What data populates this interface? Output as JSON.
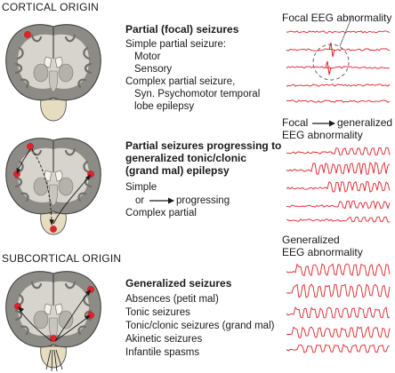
{
  "header_cortical": "CORTICAL ORIGIN",
  "header_subcortical": "SUBCORTICAL ORIGIN",
  "section1": {
    "title": "Partial (focal) seizures",
    "lines": [
      "Simple partial seizure:",
      "Motor",
      "Sensory",
      "Complex partial seizure,",
      "Syn. Psychomotor temporal",
      "lobe epilepsy"
    ],
    "eeg_label": "Focal EEG abnormality"
  },
  "section2": {
    "title_lines": [
      "Partial seizures progressing to",
      "generalized tonic/clonic",
      "(grand mal) epilepsy"
    ],
    "simple": "Simple",
    "or_progressing_or": "or",
    "or_progressing_text": "progressing",
    "complex": "Complex partial",
    "eeg_label_a": "Focal",
    "eeg_label_b": "generalized",
    "eeg_label_c": "EEG abnormality"
  },
  "section3": {
    "title": "Generalized seizures",
    "lines": [
      "Absences (petit mal)",
      "Tonic seizures",
      "Tonic/clonic seizures (grand mal)",
      "Akinetic seizures",
      "Infantile spasms"
    ],
    "eeg_label_a": "Generalized",
    "eeg_label_b": "EEG abnormality"
  },
  "colors": {
    "trace": "#e0202a",
    "dot": "#e8202a",
    "brain_fill": "#8c8b86",
    "brain_light": "#d6d4cc",
    "stem": "#e6dcc0"
  }
}
